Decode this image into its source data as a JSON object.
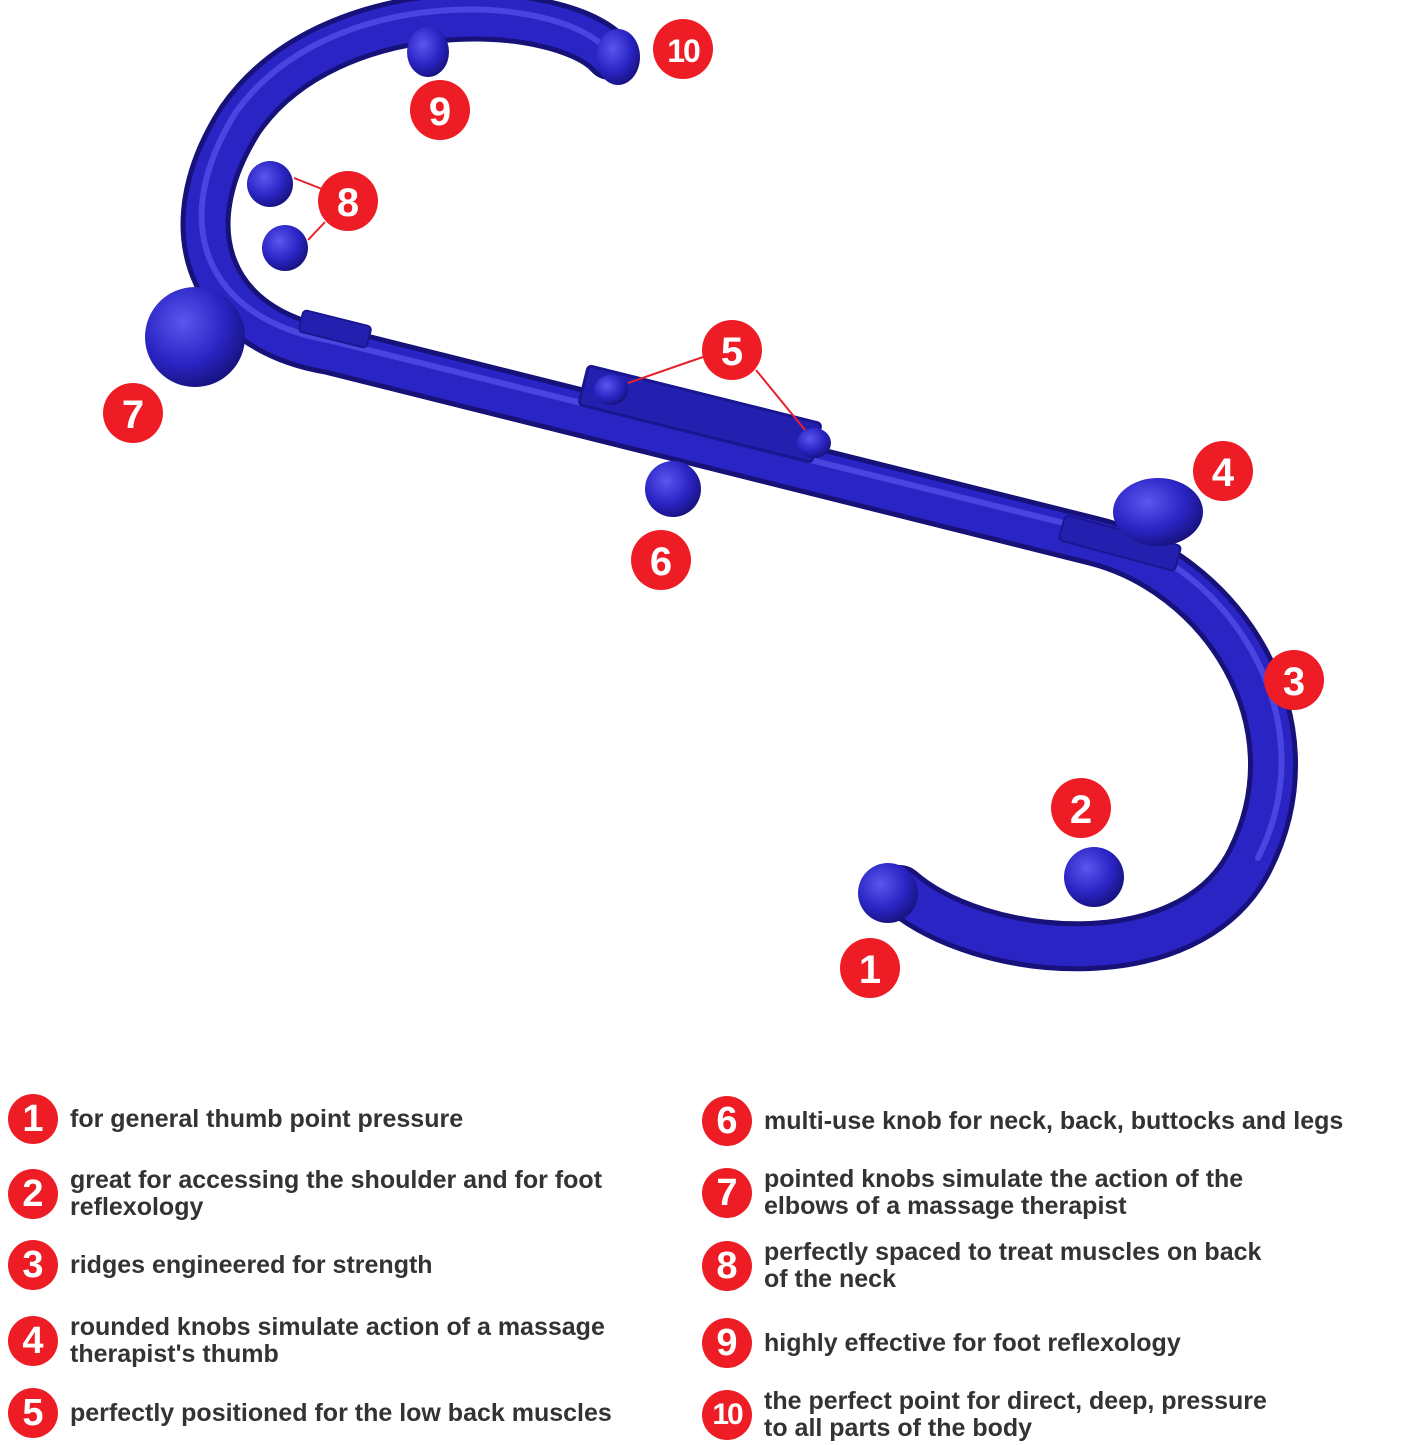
{
  "colors": {
    "tool": "#2a24c4",
    "tool_dark": "#1a168f",
    "marker": "#ee1c25",
    "leader": "#e8202a",
    "text": "#333333"
  },
  "markers": [
    "1",
    "2",
    "3",
    "4",
    "5",
    "6",
    "7",
    "8",
    "9",
    "10"
  ],
  "legend": [
    {
      "num": "1",
      "text": "for general thumb point pressure"
    },
    {
      "num": "2",
      "text": "great for accessing the shoulder and for foot\nreflexology"
    },
    {
      "num": "3",
      "text": "ridges engineered for strength"
    },
    {
      "num": "4",
      "text": "rounded knobs simulate action of a massage\ntherapist's thumb"
    },
    {
      "num": "5",
      "text": "perfectly positioned for the low back muscles"
    },
    {
      "num": "6",
      "text": "multi-use knob for neck, back, buttocks and legs"
    },
    {
      "num": "7",
      "text": "pointed knobs simulate the action of the\nelbows of a massage therapist"
    },
    {
      "num": "8",
      "text": "perfectly spaced to treat muscles on back\nof the neck"
    },
    {
      "num": "9",
      "text": "highly effective for foot reflexology"
    },
    {
      "num": "10",
      "text": "the perfect point for direct, deep, pressure\nto all parts of the body"
    }
  ]
}
